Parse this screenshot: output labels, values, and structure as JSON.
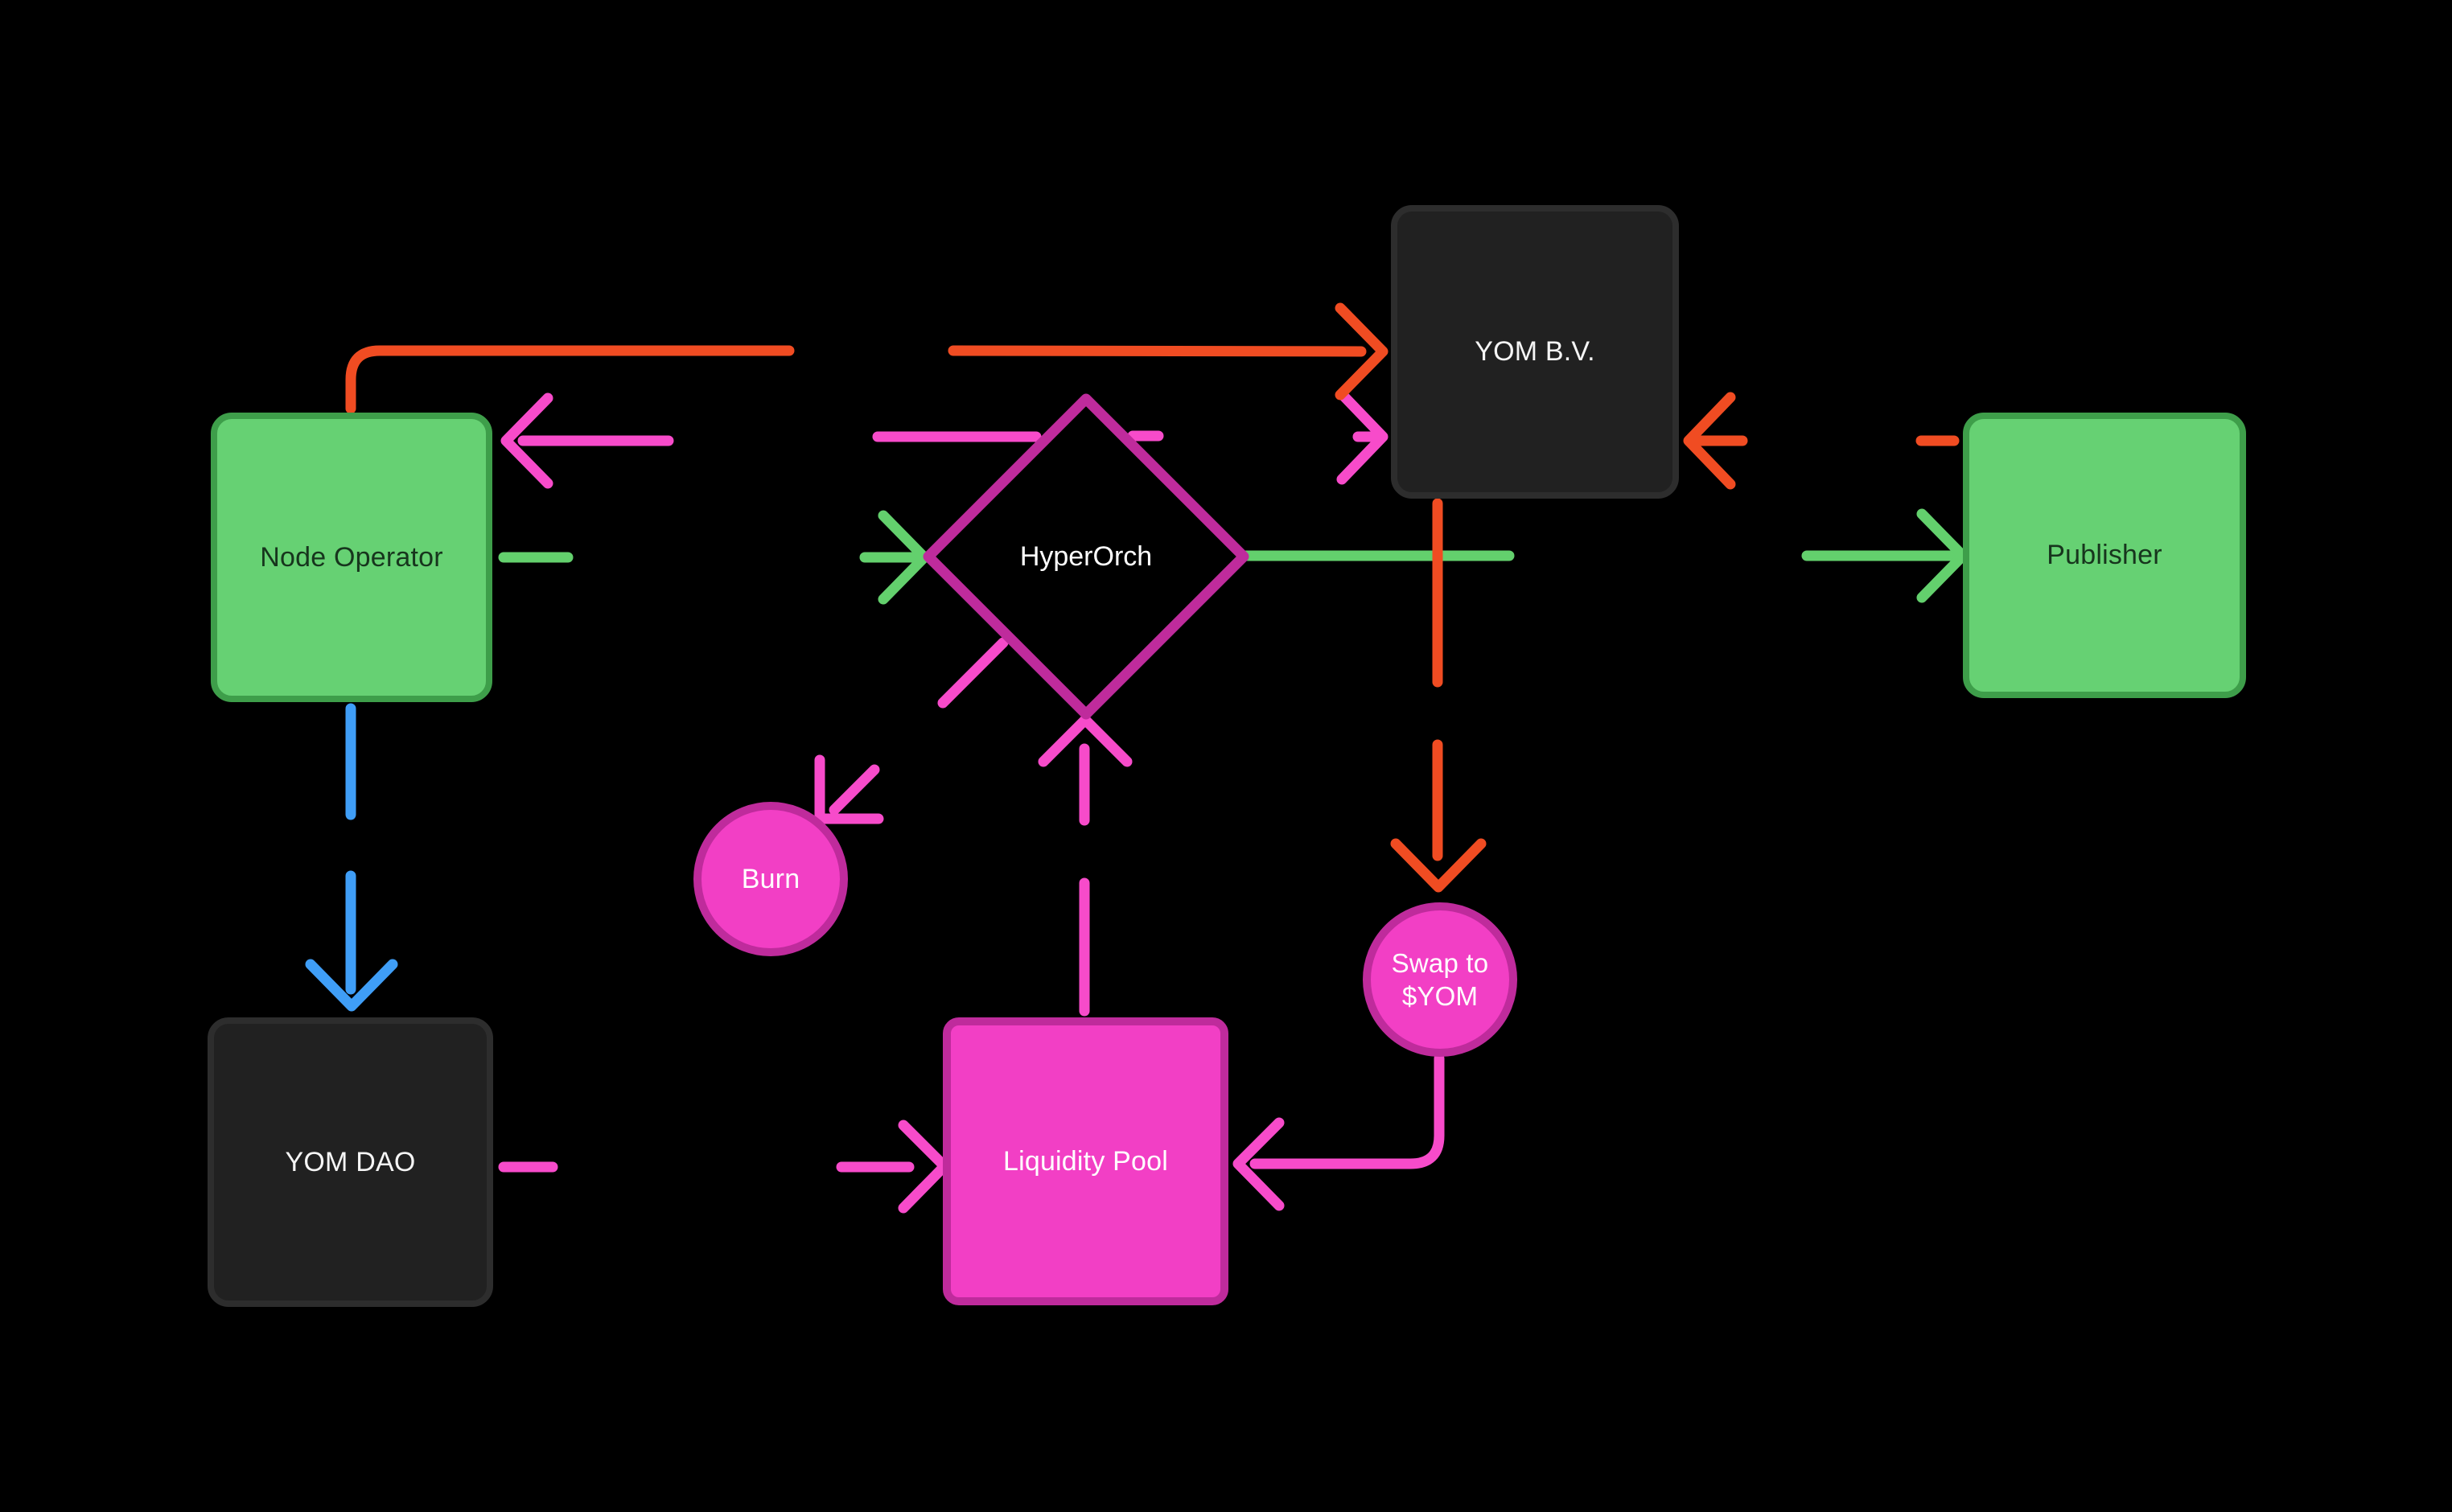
{
  "colors": {
    "background": "#000000",
    "green_fill": "#66d173",
    "green_border": "#3e9e4a",
    "green_text": "#17351d",
    "dark_fill": "#212121",
    "dark_border": "#2d2d2d",
    "pink_fill": "#f23fc5",
    "pink_border": "#bf2b9c",
    "pink": "#f74bca",
    "green": "#63d06d",
    "orange": "#f04c22",
    "blue": "#3f9ef7",
    "label_light": "#f5f5f5"
  },
  "nodes": [
    {
      "id": "node-operator",
      "label": "Node Operator",
      "shape": "rect",
      "variant": "green"
    },
    {
      "id": "yom-bv",
      "label": "YOM B.V.",
      "shape": "rect",
      "variant": "dark"
    },
    {
      "id": "publisher",
      "label": "Publisher",
      "shape": "rect",
      "variant": "green"
    },
    {
      "id": "hyperorch",
      "label": "HyperOrch",
      "shape": "diamond",
      "variant": "pink"
    },
    {
      "id": "burn",
      "label": "Burn",
      "shape": "circle",
      "variant": "pink"
    },
    {
      "id": "swap-to-yom",
      "label": "Swap to $YOM",
      "shape": "circle",
      "variant": "pink"
    },
    {
      "id": "liquidity-pool",
      "label": "Liquidity Pool",
      "shape": "rect",
      "variant": "pink"
    },
    {
      "id": "yom-dao",
      "label": "YOM DAO",
      "shape": "rect",
      "variant": "dark"
    }
  ],
  "edges": [
    {
      "from": "Node Operator",
      "to": "YOM B.V.",
      "color": "orange",
      "direction": "forward"
    },
    {
      "from": "Node Operator",
      "to": "YOM B.V.",
      "color": "pink",
      "direction": "both"
    },
    {
      "from": "Node Operator",
      "to": "HyperOrch",
      "color": "green",
      "direction": "forward"
    },
    {
      "from": "HyperOrch",
      "to": "Publisher",
      "color": "green",
      "direction": "forward"
    },
    {
      "from": "Publisher",
      "to": "YOM B.V.",
      "color": "orange",
      "direction": "forward"
    },
    {
      "from": "YOM B.V.",
      "to": "Swap to $YOM",
      "color": "orange",
      "direction": "forward"
    },
    {
      "from": "Node Operator",
      "to": "YOM DAO",
      "color": "blue",
      "direction": "forward"
    },
    {
      "from": "HyperOrch",
      "to": "Burn",
      "color": "pink",
      "direction": "forward"
    },
    {
      "from": "Liquidity Pool",
      "to": "HyperOrch",
      "color": "pink",
      "direction": "forward"
    },
    {
      "from": "Swap to $YOM",
      "to": "Liquidity Pool",
      "color": "pink",
      "direction": "forward"
    },
    {
      "from": "YOM DAO",
      "to": "Liquidity Pool",
      "color": "pink",
      "direction": "forward"
    }
  ]
}
